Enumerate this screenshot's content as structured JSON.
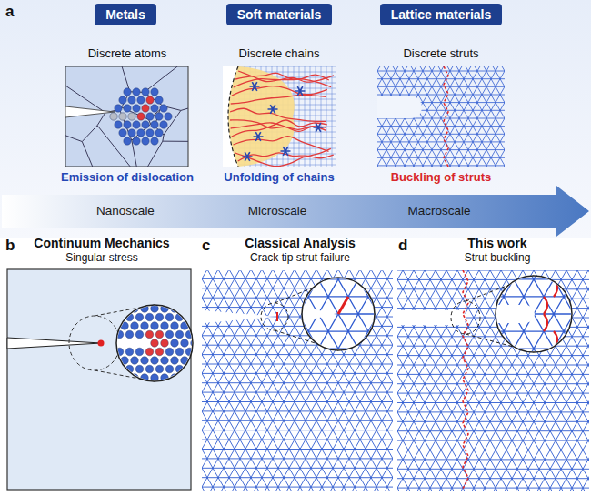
{
  "diagram": {
    "nodes": [
      {
        "text": [
          "Metals"
        ]
      },
      {
        "text": [
          "Soft materials"
        ]
      },
      {
        "text": [
          "Lattice materials"
        ]
      },
      {
        "text": [
          "Nanoscale",
          "Microscale",
          "Macroscale"
        ]
      }
    ],
    "labels": [
      "a",
      "Discrete atoms",
      "Discrete chains",
      "Discrete struts",
      "Emission of dislocation",
      "Unfolding of chains",
      "Buckling of struts",
      "b",
      "Continuum Mechanics",
      "Singular stress",
      "c",
      "Classical Analysis",
      "Crack tip strut failure",
      "d",
      "This work",
      "Strut buckling"
    ]
  }
}
